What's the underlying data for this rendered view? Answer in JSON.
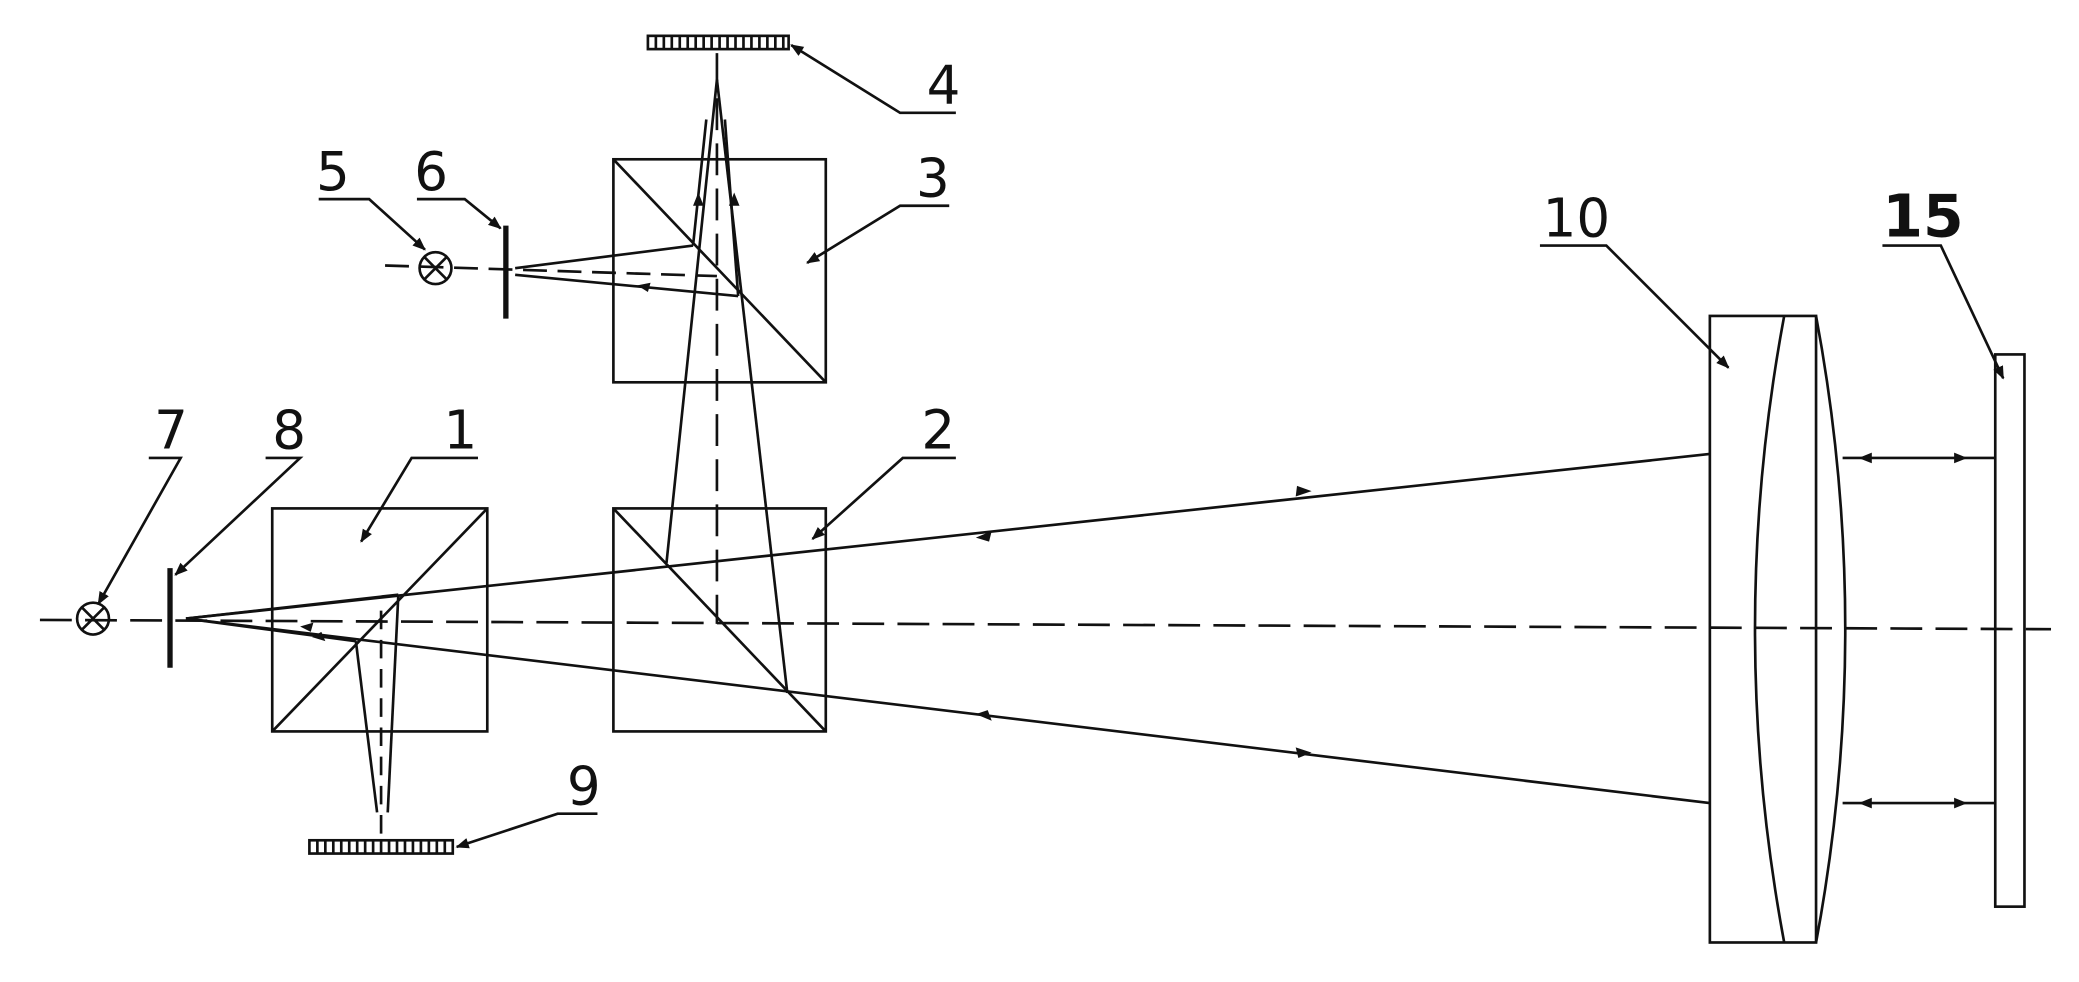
{
  "diagram": {
    "colors": {
      "ink": "#111111",
      "background": "#ffffff"
    },
    "labels": {
      "l1": "1",
      "l2": "2",
      "l3": "3",
      "l4": "4",
      "l5": "5",
      "l6": "6",
      "l7": "7",
      "l8": "8",
      "l9": "9",
      "l10": "10",
      "l15": "15"
    }
  }
}
